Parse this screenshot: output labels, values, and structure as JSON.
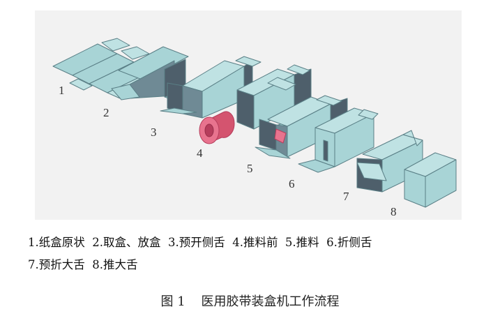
{
  "colors": {
    "panel_bg": "#f2f2f2",
    "carton_light": "#a8d4d6",
    "carton_top": "#bfe2e3",
    "carton_dark": "#4e5f6b",
    "carton_mid": "#6f8a95",
    "edge": "#5a7f86",
    "product_pink": "#e8738e",
    "product_dark": "#b63d5c"
  },
  "diagram": {
    "step_numbers": [
      "1",
      "2",
      "3",
      "4",
      "5",
      "6",
      "7",
      "8"
    ]
  },
  "legend": {
    "line1": "1.纸盒原状  2.取盒、放盒  3.预开侧舌  4.推料前  5.推料  6.折侧舌",
    "line2": "7.预折大舌  8.推大舌"
  },
  "caption": "图 1    医用胶带装盒机工作流程"
}
